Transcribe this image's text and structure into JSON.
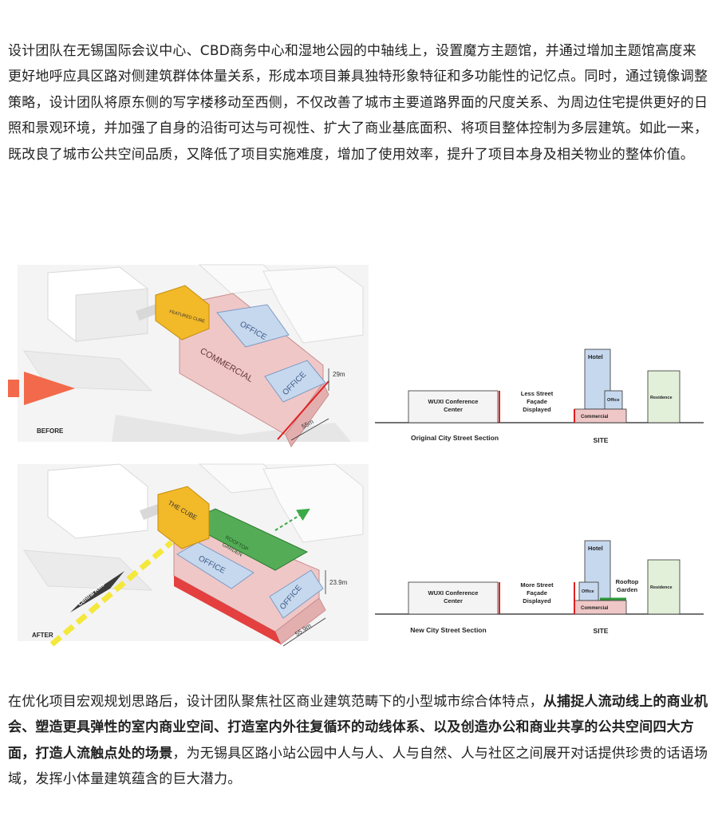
{
  "paragraph1": "设计团队在无锡国际会议中心、CBD商务中心和湿地公园的中轴线上，设置魔方主题馆，并通过增加主题馆高度来更好地呼应具区路对侧建筑群体体量关系，形成本项目兼具独特形象特征和多功能性的记忆点。同时，通过镜像调整策略，设计团队将原东侧的写字楼移动至西侧，不仅改善了城市主要道路界面的尺度关系、为周边住宅提供更好的日照和景观环境，并加强了自身的沿街可达与可视性、扩大了商业基底面积、将项目整体控制为多层建筑。如此一来，既改良了城市公共空间品质，又降低了项目实施难度，增加了使用效率，提升了项目本身及相关物业的整体价值。",
  "paragraph2": {
    "part1": "在优化项目宏观规划思路后，设计团队聚焦社区商业建筑范畴下的小型城市综合体特点，",
    "bold": "从捕捉人流动线上的商业机会、塑造更具弹性的室内商业空间、打造室内外往复循环的动线体系、以及创造办公和商业共享的公共空间四大方面，打造人流触点处的场景",
    "part2": "，为无锡具区路小站公园中人与人、人与自然、人与社区之间展开对话提供珍贵的话语场域，发挥小体量建筑蕴含的巨大潜力。"
  },
  "diagram": {
    "before": {
      "label": "BEFORE",
      "theme_block": "FEATURED CUBE",
      "office_a": "OFFICE",
      "office_b": "OFFICE",
      "commercial": "COMMERCIAL",
      "height": "29m",
      "length": "55m"
    },
    "after": {
      "label": "AFTER",
      "theme_block": "THE CUBE",
      "rooftop_line1": "ROOFTOP",
      "rooftop_line2": "GARDEN",
      "office_a": "OFFICE",
      "office_b": "OFFICE",
      "axis": "Central Axis",
      "height": "23.9m",
      "length": "55.9m"
    },
    "original_section": {
      "conference_line1": "WUXI Conference",
      "conference_line2": "Center",
      "facade_line1": "Less Street",
      "facade_line2": "Façade",
      "facade_line3": "Displayed",
      "hotel": "Hotel",
      "office": "Office",
      "commercial": "Commercial",
      "residence": "Residence",
      "caption": "Original City Street Section",
      "site": "SITE"
    },
    "new_section": {
      "conference_line1": "WUXI Conference",
      "conference_line2": "Center",
      "facade_line1": "More Street",
      "facade_line2": "Façade",
      "facade_line3": "Displayed",
      "hotel": "Hotel",
      "office": "Office",
      "commercial": "Commercial",
      "rooftop_line1": "Rooftop",
      "rooftop_line2": "Garden",
      "residence": "Residence",
      "caption": "New City Street Section",
      "site": "SITE"
    },
    "colors": {
      "commercial": "#efc7c7",
      "office": "#c6d8ee",
      "cube": "#f2b928",
      "garden": "#54ad56",
      "residence": "#e2efd9",
      "red": "#e02020",
      "arrow": "#f26a4b"
    }
  }
}
